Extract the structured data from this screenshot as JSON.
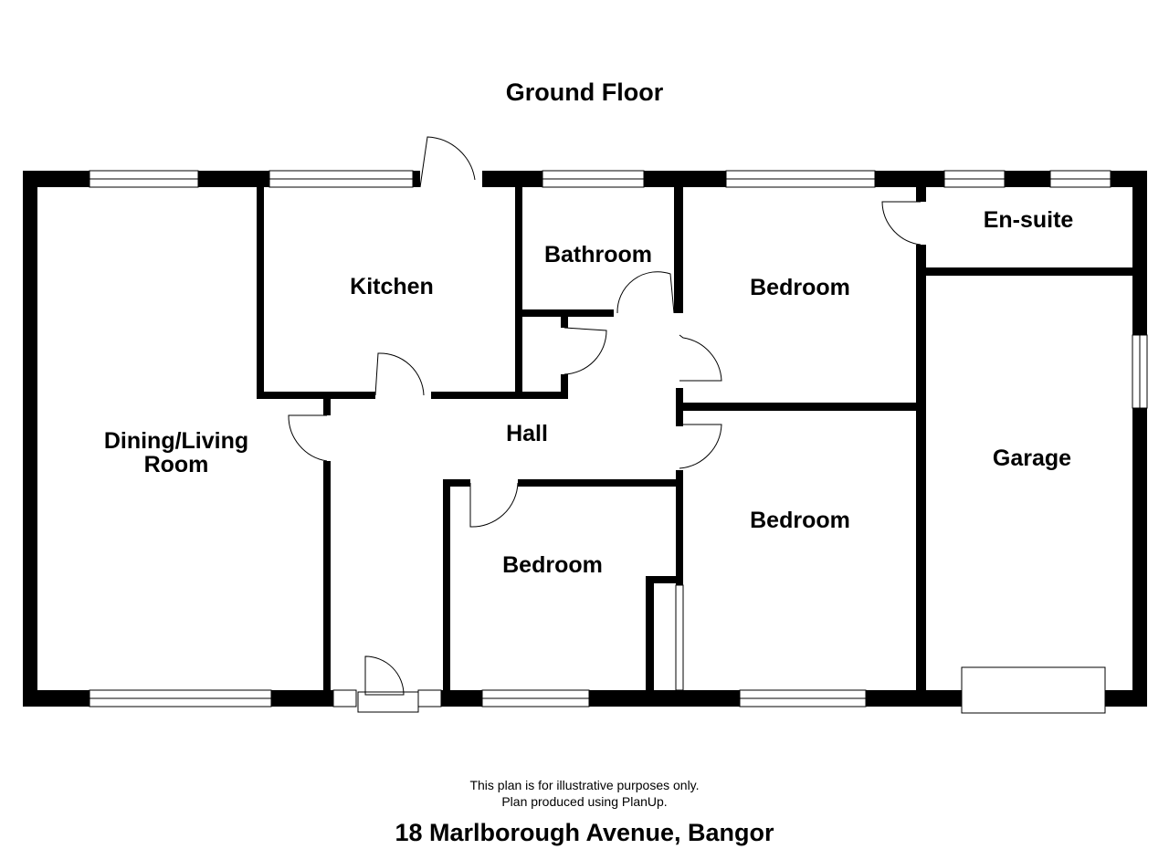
{
  "floor_title": "Ground Floor",
  "rooms": {
    "dining_living": [
      "Dining/Living",
      "Room"
    ],
    "kitchen": "Kitchen",
    "bathroom": "Bathroom",
    "bedroom_1": "Bedroom",
    "en_suite": "En-suite",
    "hall": "Hall",
    "garage": "Garage",
    "bedroom_2": "Bedroom",
    "bedroom_3": "Bedroom"
  },
  "disclaimer": [
    "This plan is for illustrative purposes only.",
    "Plan produced using PlanUp."
  ],
  "address": "18 Marlborough Avenue, Bangor",
  "colors": {
    "wall": "#000000",
    "background": "#ffffff"
  }
}
